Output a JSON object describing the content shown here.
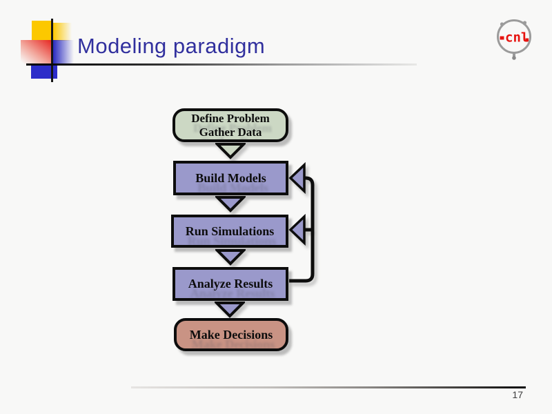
{
  "slide": {
    "title": "Modeling paradigm",
    "page_number": "17"
  },
  "logo": {
    "text": "cnl"
  },
  "flowchart": {
    "nodes": [
      {
        "label": "Define Problem",
        "label2": "Gather Data",
        "shape": "rounded",
        "fill": "#ccd8c4"
      },
      {
        "label": "Build Models",
        "shape": "rectangle",
        "fill": "#9a99cb"
      },
      {
        "label": "Run Simulations",
        "shape": "rectangle",
        "fill": "#9a99cb"
      },
      {
        "label": "Analyze Results",
        "shape": "rectangle",
        "fill": "#9a99cb"
      },
      {
        "label": "Make Decisions",
        "shape": "rounded",
        "fill": "#c99384"
      }
    ],
    "edges": [
      {
        "from": "Define Problem Gather Data",
        "to": "Build Models",
        "type": "down-arrow"
      },
      {
        "from": "Build Models",
        "to": "Run Simulations",
        "type": "down-arrow"
      },
      {
        "from": "Run Simulations",
        "to": "Analyze Results",
        "type": "down-arrow"
      },
      {
        "from": "Analyze Results",
        "to": "Make Decisions",
        "type": "down-arrow"
      },
      {
        "from": "Analyze Results",
        "to": "Build Models",
        "type": "feedback-loop"
      },
      {
        "from": "Analyze Results",
        "to": "Run Simulations",
        "type": "feedback-loop"
      }
    ]
  },
  "colors": {
    "title": "#31309e",
    "node_green": "#ccd8c4",
    "node_purple": "#9a99cb",
    "node_salmon": "#c99384",
    "logo_red": "#e61410",
    "accent_yellow": "#fcc800",
    "accent_blue": "#2d2dc9",
    "accent_red": "#e62520"
  }
}
